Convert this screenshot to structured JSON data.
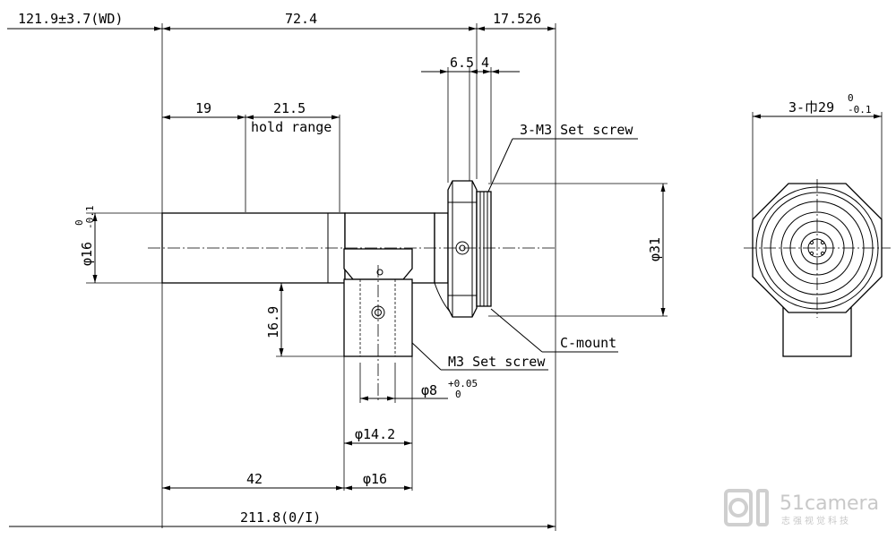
{
  "dimensions": {
    "wd": "121.9±3.7(WD)",
    "length_72": "72.4",
    "length_17": "17.526",
    "d_6_5": "6.5",
    "d_4": "4",
    "d_19": "19",
    "d_21_5": "21.5",
    "hold_range": "hold range",
    "set_screw_3m3": "3-M3 Set screw",
    "phi16_main": "φ16",
    "phi16_main_tol_up": "0",
    "phi16_main_tol_dn": "-0.1",
    "phi31": "φ31",
    "c_mount": "C-mount",
    "d_16_9": "16.9",
    "m3_set_screw": "M3 Set screw",
    "phi8": "φ8",
    "phi8_tol_up": "+0.05",
    "phi8_tol_dn": "0",
    "phi14_2": "φ14.2",
    "d_42": "42",
    "phi16_port": "φ16",
    "total": "211.8(0/I)",
    "hex_width": "3-巾29",
    "hex_tol_up": "0",
    "hex_tol_dn": "-0.1"
  },
  "logo": {
    "name": "51camera",
    "subtitle": "志强视觉科技"
  }
}
